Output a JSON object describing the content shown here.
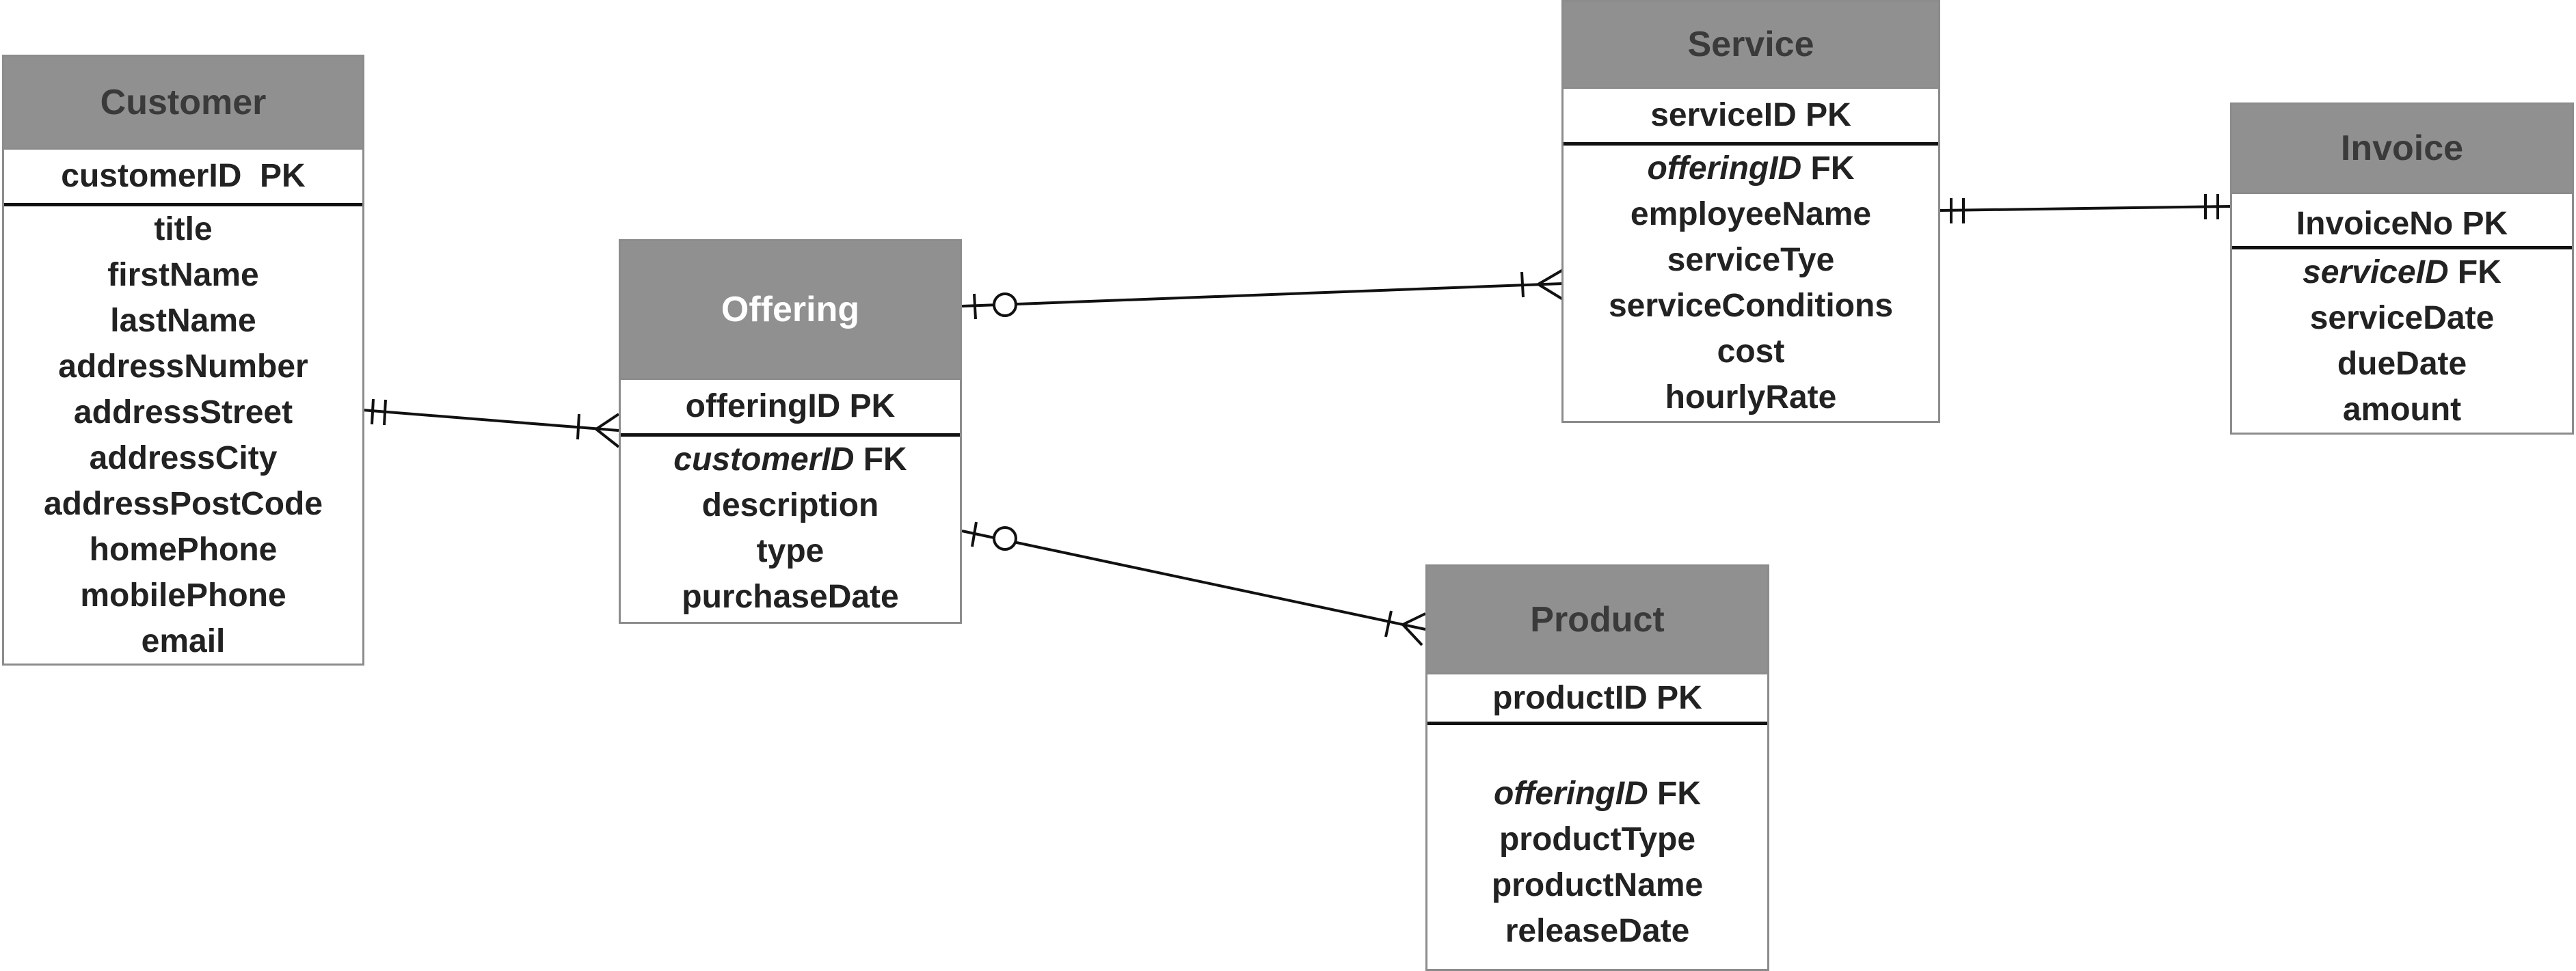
{
  "entities": {
    "customer": {
      "name": "Customer",
      "pk": "customerID  PK",
      "attributes": [
        "title",
        "firstName",
        "lastName",
        "addressNumber",
        "addressStreet",
        "addressCity",
        "addressPostCode",
        "homePhone",
        "mobilePhone",
        "email"
      ]
    },
    "offering": {
      "name": "Offering",
      "pk": "offeringID PK",
      "fk": {
        "name": "customerID",
        "suffix": " FK"
      },
      "attributes": [
        "description",
        "type",
        "purchaseDate"
      ]
    },
    "service": {
      "name": "Service",
      "pk": "serviceID PK",
      "fk": {
        "name": "offeringID",
        "suffix": " FK"
      },
      "attributes": [
        "employeeName",
        "serviceTye",
        "serviceConditions",
        "cost",
        "hourlyRate"
      ]
    },
    "invoice": {
      "name": "Invoice",
      "pk": "InvoiceNo PK",
      "fk": {
        "name": "serviceID",
        "suffix": " FK"
      },
      "attributes": [
        "serviceDate",
        "dueDate",
        "amount"
      ]
    },
    "product": {
      "name": "Product",
      "pk": "productID PK",
      "fk": {
        "name": "offeringID",
        "suffix": " FK"
      },
      "attributes": [
        "productType",
        "productName",
        "releaseDate"
      ]
    }
  },
  "relationships": [
    {
      "from": "Customer",
      "to": "Offering",
      "from_end": "one-and-only-one",
      "to_end": "one-or-many"
    },
    {
      "from": "Offering",
      "to": "Service",
      "from_end": "zero-or-one",
      "to_end": "one-or-many"
    },
    {
      "from": "Offering",
      "to": "Product",
      "from_end": "zero-or-one",
      "to_end": "one-or-many"
    },
    {
      "from": "Service",
      "to": "Invoice",
      "from_end": "one-and-only-one",
      "to_end": "one-and-only-one"
    }
  ],
  "colors": {
    "header_fill": "#909090",
    "border": "#8c8c8c",
    "line": "#111111"
  }
}
